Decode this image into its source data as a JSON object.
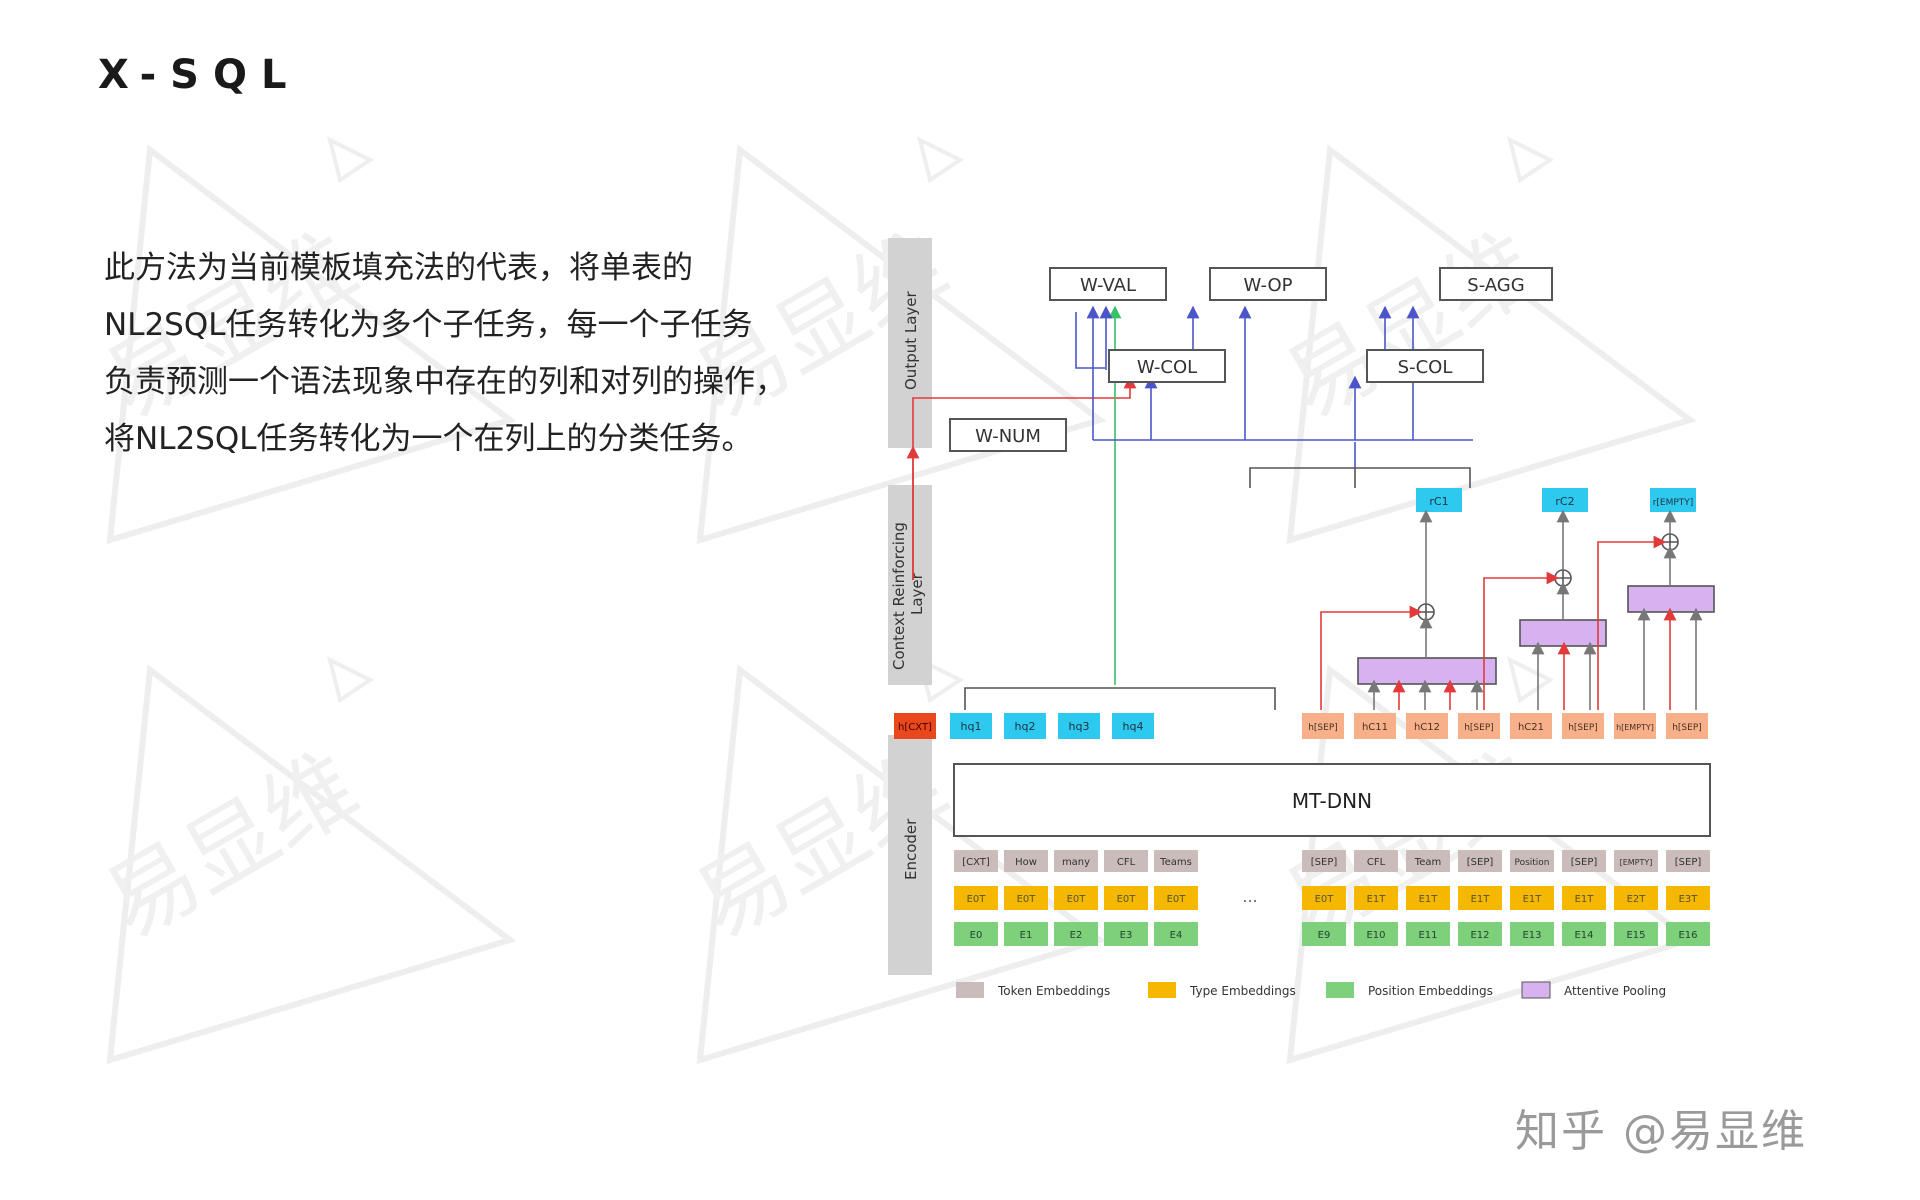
{
  "slide": {
    "title": "X-SQL",
    "description": [
      "此方法为当前模板填充法的代表，将单表的",
      "NL2SQL任务转化为多个子任务，每一个子任务",
      "负责预测一个语法现象中存在的列和对列的操作，",
      "将NL2SQL任务转化为一个在列上的分类任务。"
    ],
    "watermark_text": "易显维",
    "credit": "知乎 @易显维"
  },
  "diagram": {
    "layers": {
      "output": "Output Layer",
      "context": "Context Reinforcing Layer",
      "encoder": "Encoder"
    },
    "heads": {
      "w_val": "W-VAL",
      "w_op": "W-OP",
      "s_agg": "S-AGG",
      "w_col": "W-COL",
      "s_col": "S-COL",
      "w_num": "W-NUM"
    },
    "r_nodes": [
      "rC1",
      "rC2",
      "r[EMPTY]"
    ],
    "hidden": {
      "cxt": "h[CXT]",
      "question": [
        "hq1",
        "hq2",
        "hq3",
        "hq4"
      ],
      "column": [
        "h[SEP]",
        "hC11",
        "hC12",
        "h[SEP]",
        "hC21",
        "h[SEP]",
        "h[EMPTY]",
        "h[SEP]"
      ]
    },
    "mtdnn": "MT-DNN",
    "ellipsis": "...",
    "tokens_left": [
      "[CXT]",
      "How",
      "many",
      "CFL",
      "Teams"
    ],
    "tokens_right": [
      "[SEP]",
      "CFL",
      "Team",
      "[SEP]",
      "Position",
      "[SEP]",
      "[EMPTY]",
      "[SEP]"
    ],
    "type_left": [
      "E0T",
      "E0T",
      "E0T",
      "E0T",
      "E0T"
    ],
    "type_right": [
      "E0T",
      "E1T",
      "E1T",
      "E1T",
      "E1T",
      "E1T",
      "E2T",
      "E3T"
    ],
    "pos_left": [
      "E0",
      "E1",
      "E2",
      "E3",
      "E4"
    ],
    "pos_right": [
      "E9",
      "E10",
      "E11",
      "E12",
      "E13",
      "E14",
      "E15",
      "E16"
    ],
    "legend": [
      {
        "label": "Token Embeddings",
        "color": "#c9bcbb"
      },
      {
        "label": "Type Embeddings",
        "color": "#f5b700"
      },
      {
        "label": "Position Embeddings",
        "color": "#7fd07a"
      },
      {
        "label": "Attentive Pooling",
        "color": "#d6b3f0"
      }
    ],
    "colors": {
      "cxt": "#e8481c",
      "question": "#2ec9ef",
      "column": "#f7b08a",
      "pool": "#d6b3f0",
      "layer_band": "#d2d2d2",
      "red_line": "#e23a3a",
      "green_line": "#39c06a",
      "blue_line": "#4a55c9"
    }
  }
}
